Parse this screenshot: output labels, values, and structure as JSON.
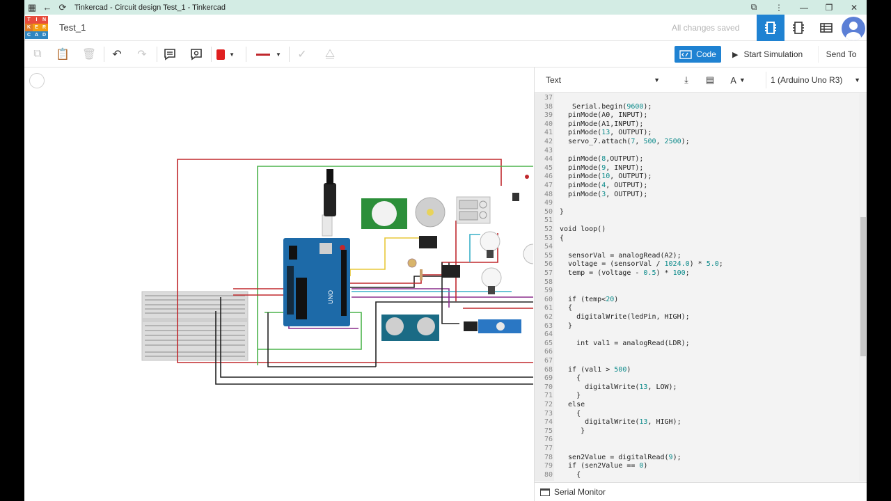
{
  "window": {
    "title": "Tinkercad - Circuit design Test_1 - Tinkercad"
  },
  "header": {
    "logo_letters": [
      "TIN",
      "KER",
      "CAD"
    ],
    "doc_title": "Test_1",
    "save_status": "All changes saved"
  },
  "toolbar": {
    "code_label": "Code",
    "start_simulation_label": "Start Simulation",
    "send_to_label": "Send To"
  },
  "code_panel": {
    "mode": "Text",
    "board": "1 (Arduino Uno R3)",
    "serial_monitor_label": "Serial Monitor",
    "lines": [
      {
        "n": "37",
        "t": ""
      },
      {
        "n": "38",
        "t": "   Serial.begin(9600);"
      },
      {
        "n": "39",
        "t": "  pinMode(A0, INPUT);"
      },
      {
        "n": "40",
        "t": "  pinMode(A1,INPUT);"
      },
      {
        "n": "41",
        "t": "  pinMode(13, OUTPUT);"
      },
      {
        "n": "42",
        "t": "  servo_7.attach(7, 500, 2500);"
      },
      {
        "n": "43",
        "t": ""
      },
      {
        "n": "44",
        "t": "  pinMode(8,OUTPUT);"
      },
      {
        "n": "45",
        "t": "  pinMode(9, INPUT);"
      },
      {
        "n": "46",
        "t": "  pinMode(10, OUTPUT);"
      },
      {
        "n": "47",
        "t": "  pinMode(4, OUTPUT);"
      },
      {
        "n": "48",
        "t": "  pinMode(3, OUTPUT);"
      },
      {
        "n": "49",
        "t": ""
      },
      {
        "n": "50",
        "t": "}"
      },
      {
        "n": "51",
        "t": ""
      },
      {
        "n": "52",
        "t": "void loop()"
      },
      {
        "n": "53",
        "t": "{"
      },
      {
        "n": "54",
        "t": ""
      },
      {
        "n": "55",
        "t": "  sensorVal = analogRead(A2);"
      },
      {
        "n": "56",
        "t": "  voltage = (sensorVal / 1024.0) * 5.0;"
      },
      {
        "n": "57",
        "t": "  temp = (voltage - 0.5) * 100;"
      },
      {
        "n": "58",
        "t": ""
      },
      {
        "n": "59",
        "t": ""
      },
      {
        "n": "60",
        "t": "  if (temp<20)"
      },
      {
        "n": "61",
        "t": "  {"
      },
      {
        "n": "62",
        "t": "    digitalWrite(ledPin, HIGH);"
      },
      {
        "n": "63",
        "t": "  }"
      },
      {
        "n": "64",
        "t": ""
      },
      {
        "n": "65",
        "t": "    int val1 = analogRead(LDR);"
      },
      {
        "n": "66",
        "t": ""
      },
      {
        "n": "67",
        "t": ""
      },
      {
        "n": "68",
        "t": "  if (val1 > 500)"
      },
      {
        "n": "69",
        "t": "    {"
      },
      {
        "n": "70",
        "t": "      digitalWrite(13, LOW);"
      },
      {
        "n": "71",
        "t": "    }"
      },
      {
        "n": "72",
        "t": "  else"
      },
      {
        "n": "73",
        "t": "    {"
      },
      {
        "n": "74",
        "t": "      digitalWrite(13, HIGH);"
      },
      {
        "n": "75",
        "t": "     }"
      },
      {
        "n": "76",
        "t": ""
      },
      {
        "n": "77",
        "t": ""
      },
      {
        "n": "78",
        "t": "  sen2Value = digitalRead(9);"
      },
      {
        "n": "79",
        "t": "  if (sen2Value == 0)"
      },
      {
        "n": "80",
        "t": "    {"
      }
    ]
  },
  "colors": {
    "accent": "#1f82d2",
    "titlebar": "#d3ece4",
    "wire_red": "#c0282d",
    "wire_green": "#4cb44c",
    "wire_black": "#222222",
    "wire_purple": "#8a2d8c"
  }
}
